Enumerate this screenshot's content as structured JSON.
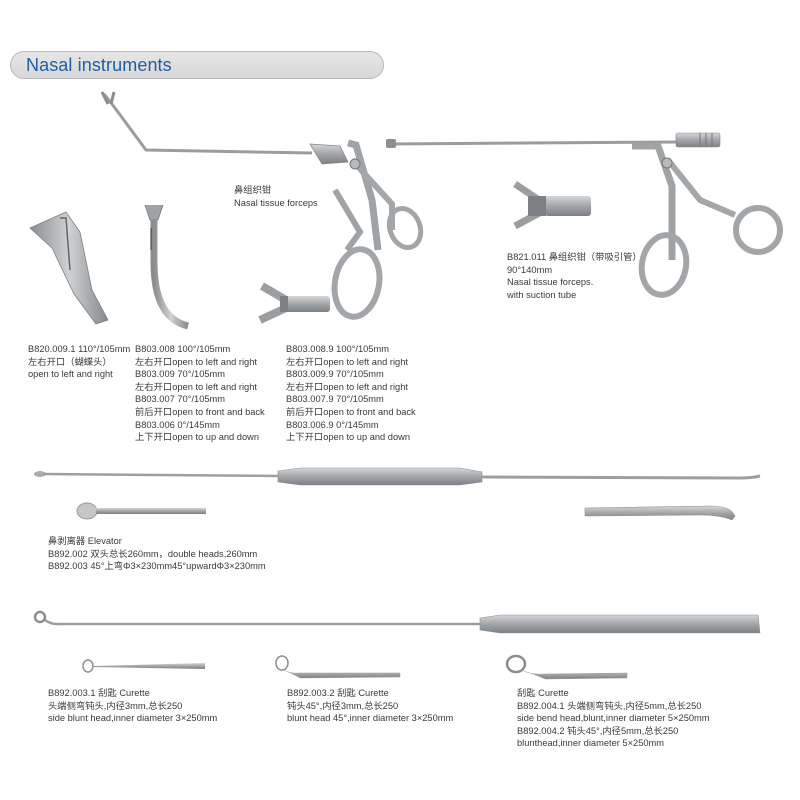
{
  "header": {
    "title": "Nasal instruments"
  },
  "theme": {
    "title_color": "#1f5fa6",
    "pill_bg": "#dedede",
    "metal": "#a9abae"
  },
  "forceps_label": {
    "cn": "鼻组织钳",
    "en": "Nasal tissue forceps"
  },
  "suction_forceps": {
    "lines": [
      "B821.011  鼻组织钳（带吸引管）",
      "90°140mm",
      "Nasal tissue forceps.",
      "with suction tube"
    ]
  },
  "col1": {
    "lines": [
      "B820.009.1  110°/105mm",
      "左右开口（蝴蝶头）",
      "open to left and right"
    ]
  },
  "col2": {
    "lines": [
      "B803.008  100°/105mm",
      "左右开口open to left and right",
      "B803.009  70°/105mm",
      "左右开口open to left and right",
      "B803.007  70°/105mm",
      "前后开口open to front and back",
      "B803.006  0°/145mm",
      "上下开口open to up and down"
    ]
  },
  "col3": {
    "lines": [
      "B803.008.9  100°/105mm",
      "左右开口open to left and right",
      "B803.009.9  70°/105mm",
      "左右开口open to left and right",
      "B803.007.9  70°/105mm",
      "前后开口open to front and back",
      "B803.006.9  0°/145mm",
      "上下开口open to up and down"
    ]
  },
  "elevator": {
    "lines": [
      "鼻剥离器 Elevator",
      "B892.002 双头总长260mm，double heads,260mm",
      "B892.003 45°上弯Φ3×230mm45°upwardΦ3×230mm"
    ]
  },
  "curette1": {
    "lines": [
      "B892.003.1  刮匙 Curette",
      "头端侧弯钝头,内径3mm,总长250",
      "side blunt head,inner diameter 3×250mm"
    ]
  },
  "curette2": {
    "lines": [
      "B892.003.2  刮匙 Curette",
      "钝头45°,内径3mm,总长250",
      "blunt head 45°,inner diameter 3×250mm"
    ]
  },
  "curette3": {
    "lines": [
      "刮匙 Curette",
      "B892.004.1  头端侧弯钝头,内径5mm,总长250",
      "side bend head,blunt,inner diameter 5×250mm",
      "B892.004.2  钝头45°,内径5mm,总长250",
      "blunthead,inner diameter 5×250mm"
    ]
  }
}
